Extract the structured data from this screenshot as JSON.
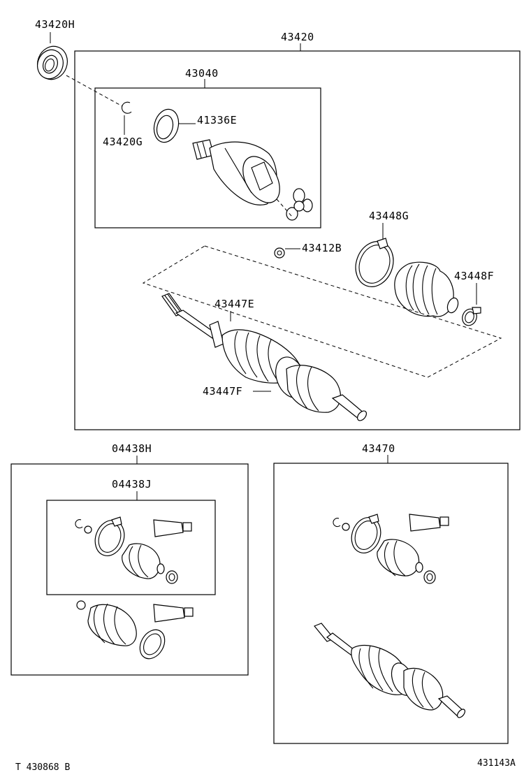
{
  "labels": {
    "p43420H": "43420H",
    "p43420": "43420",
    "p43040": "43040",
    "p41336E": "41336E",
    "p43420G": "43420G",
    "p43448G": "43448G",
    "p43412B": "43412B",
    "p43448F": "43448F",
    "p43447E": "43447E",
    "p43447F": "43447F",
    "p04438H": "04438H",
    "p04438J": "04438J",
    "p43470": "43470"
  },
  "footer": {
    "left_code": "T 430868 B",
    "right_code": "431143A"
  }
}
